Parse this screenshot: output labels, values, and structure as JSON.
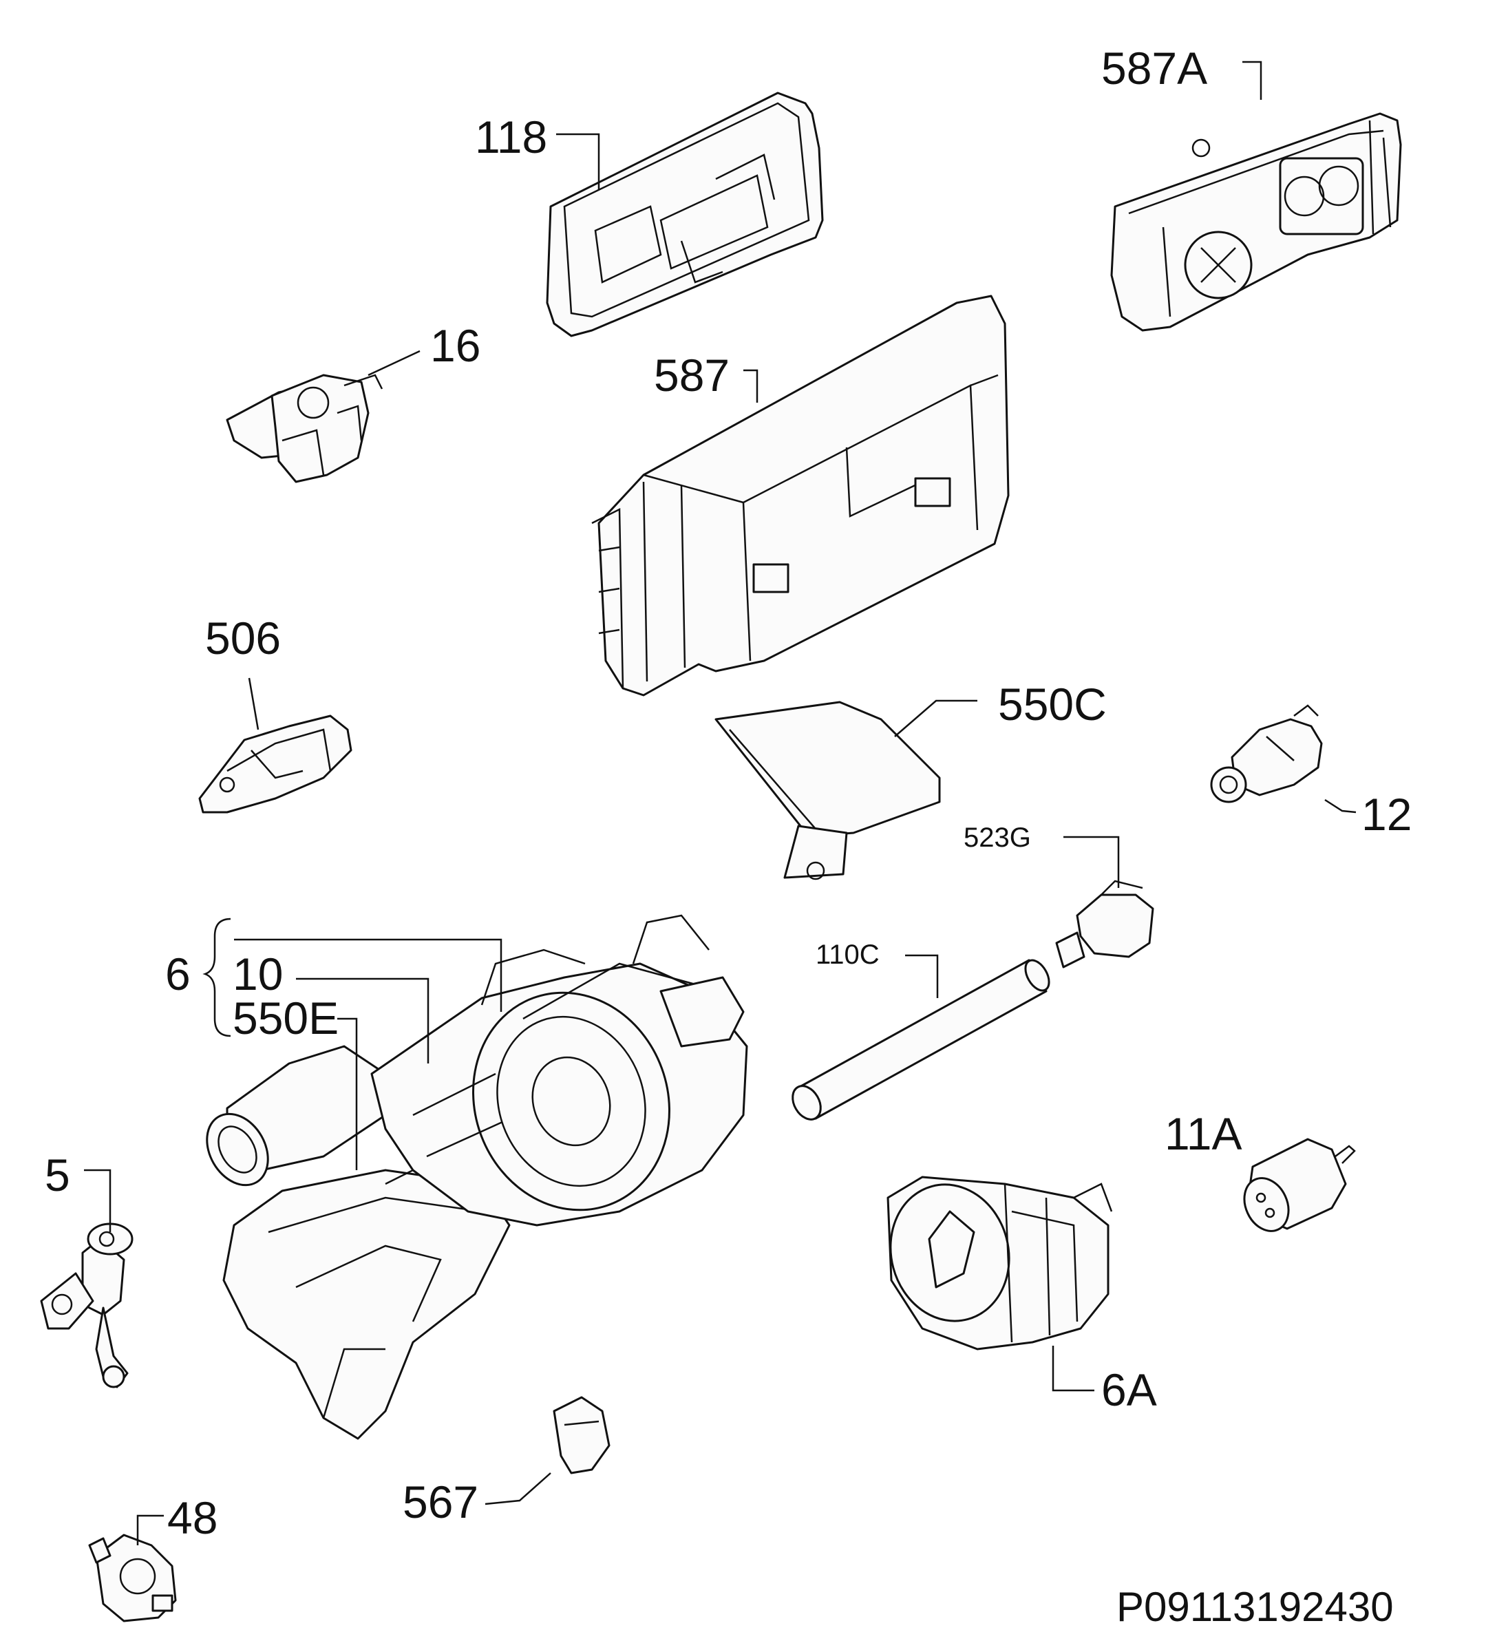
{
  "labels": {
    "l118": "118",
    "l16": "16",
    "l587": "587",
    "l587A": "587A",
    "l506": "506",
    "l550C": "550C",
    "l12": "12",
    "l523G": "523G",
    "l6": "6",
    "l10": "10",
    "l550E": "550E",
    "l110C": "110C",
    "l11A": "11A",
    "l5": "5",
    "l6A": "6A",
    "l567": "567",
    "l48": "48"
  },
  "diagram_code": "P09113192430"
}
